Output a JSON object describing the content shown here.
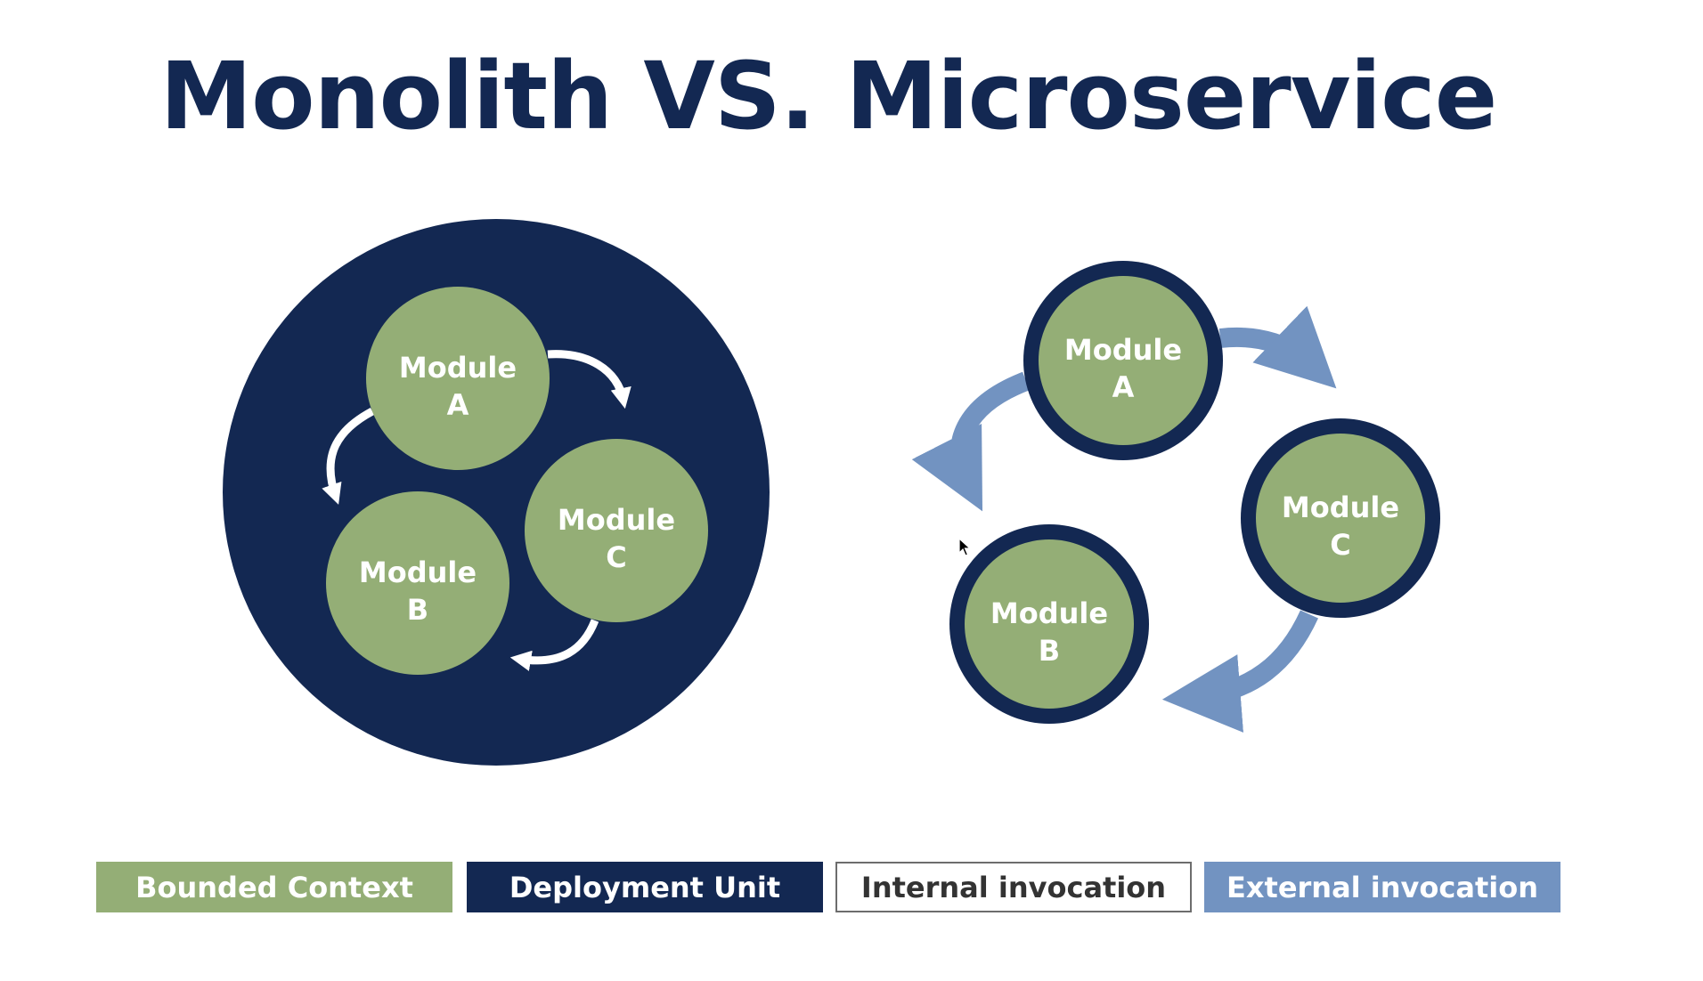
{
  "title": "Monolith VS. Microservice",
  "colors": {
    "title": "#132852",
    "bounded_context": "#94ae76",
    "deployment_unit": "#132852",
    "internal_invocation": "#ffffff",
    "external_invocation": "#7293c1"
  },
  "monolith": {
    "modules": [
      {
        "line1": "Module",
        "line2": "A"
      },
      {
        "line1": "Module",
        "line2": "B"
      },
      {
        "line1": "Module",
        "line2": "C"
      }
    ]
  },
  "microservice": {
    "modules": [
      {
        "line1": "Module",
        "line2": "A"
      },
      {
        "line1": "Module",
        "line2": "B"
      },
      {
        "line1": "Module",
        "line2": "C"
      }
    ]
  },
  "legend": {
    "bounded_context": "Bounded Context",
    "deployment_unit": "Deployment Unit",
    "internal_invocation": "Internal invocation",
    "external_invocation": "External invocation"
  },
  "icons": [
    "mouse-pointer-icon"
  ]
}
